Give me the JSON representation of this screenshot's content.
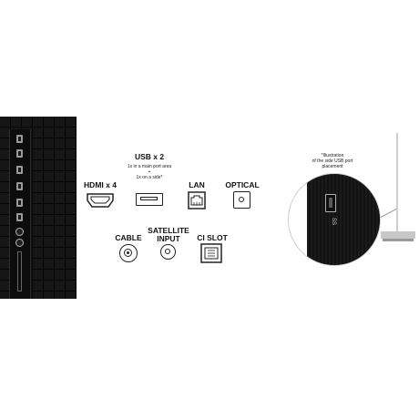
{
  "ports": {
    "hdmi": {
      "label": "HDMI x 4"
    },
    "usb": {
      "label": "USB x 2",
      "note_main": "1x in a main port area",
      "note_plus": "+",
      "note_side": "1x on a side*"
    },
    "lan": {
      "label": "LAN"
    },
    "optical": {
      "label": "OPTICAL"
    },
    "cable": {
      "label": "CABLE"
    },
    "satellite": {
      "label_line1": "SATELLITE",
      "label_line2": "INPUT"
    },
    "ci_slot": {
      "label": "CI SLOT"
    }
  },
  "side_illustration": {
    "note_line1": "*Illustration",
    "note_line2": "of the side USB port",
    "note_line3": "placement",
    "usb_logo": "SS"
  },
  "icons": {
    "hdmi": "hdmi-port-icon",
    "usb": "usb-port-icon",
    "lan": "lan-port-icon",
    "optical": "optical-port-icon",
    "cable": "coaxial-port-icon",
    "satellite": "satellite-port-icon",
    "ci_slot": "ci-slot-icon"
  },
  "colors": {
    "panel": "#161616",
    "ink": "#111111",
    "background": "#ffffff"
  }
}
